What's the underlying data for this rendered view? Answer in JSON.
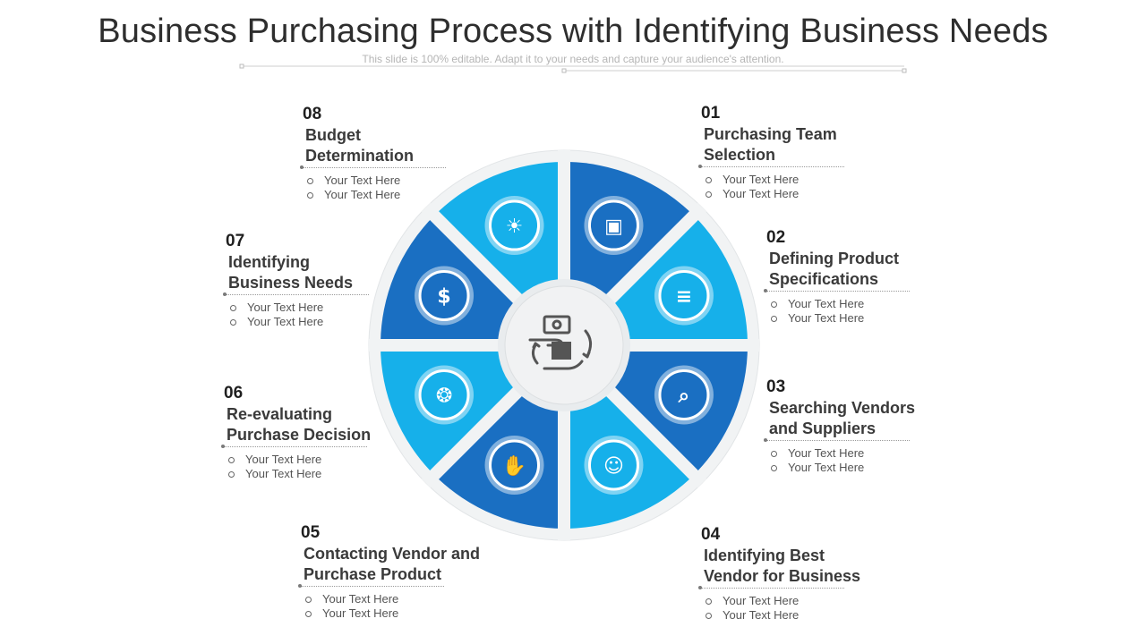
{
  "slide": {
    "title": "Business Purchasing Process with Identifying Business Needs",
    "subtitle": "This slide is 100% editable. Adapt it to your needs and capture your audience's attention."
  },
  "colors": {
    "dark_blue": "#1a6fc2",
    "light_blue": "#16b0ea",
    "ring": "#f1f3f4",
    "icon_gray": "#555555"
  },
  "center_icon": "hand-box-money-cycle-icon",
  "steps": [
    {
      "num": "01",
      "title": "Purchasing Team Selection",
      "bullets": [
        "Your Text Here",
        "Your Text Here"
      ],
      "icon": "team-screen-icon"
    },
    {
      "num": "02",
      "title": "Defining Product Specifications",
      "bullets": [
        "Your Text Here",
        "Your Text Here"
      ],
      "icon": "spec-document-icon"
    },
    {
      "num": "03",
      "title": "Searching Vendors and Suppliers",
      "bullets": [
        "Your Text Here",
        "Your Text Here"
      ],
      "icon": "magnifier-icon"
    },
    {
      "num": "04",
      "title": "Identifying Best Vendor for Business",
      "bullets": [
        "Your Text Here",
        "Your Text Here"
      ],
      "icon": "vendor-people-icon"
    },
    {
      "num": "05",
      "title": "Contacting Vendor and Purchase Product",
      "bullets": [
        "Your Text Here",
        "Your Text Here"
      ],
      "icon": "hand-shopping-bag-icon"
    },
    {
      "num": "06",
      "title": "Re-evaluating Purchase Decision",
      "bullets": [
        "Your Text Here",
        "Your Text Here"
      ],
      "icon": "brain-gear-icon"
    },
    {
      "num": "07",
      "title": "Identifying Business Needs",
      "bullets": [
        "Your Text Here",
        "Your Text Here"
      ],
      "icon": "dollar-arrows-icon"
    },
    {
      "num": "08",
      "title": "Budget Determination",
      "bullets": [
        "Your Text Here",
        "Your Text Here"
      ],
      "icon": "hand-bulb-dollar-icon"
    }
  ]
}
